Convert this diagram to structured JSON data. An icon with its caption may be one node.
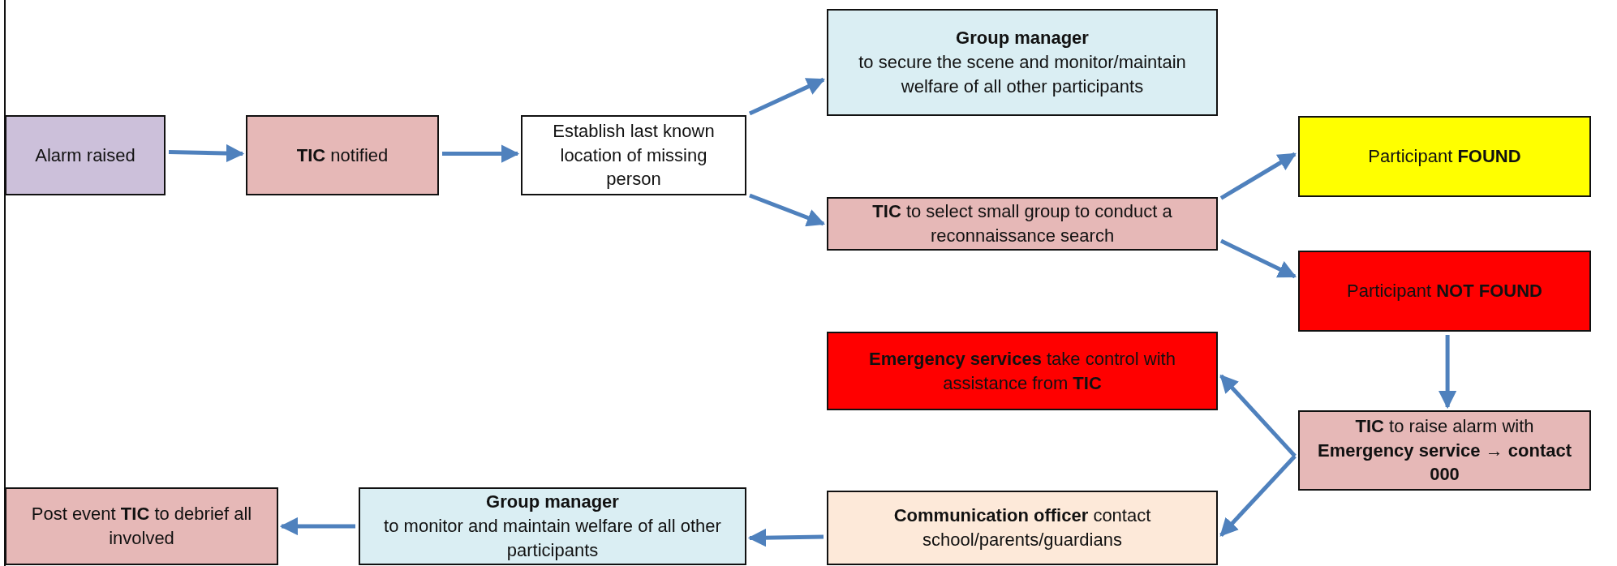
{
  "diagram": {
    "nodes": [
      {
        "text": [
          "Alarm raised"
        ]
      },
      {
        "text": [
          "**TIC** notified"
        ]
      },
      {
        "text": [
          "Establish last known location of missing person"
        ]
      },
      {
        "text": [
          "Group manager",
          "to secure the scene and monitor/maintain welfare of all other participants"
        ]
      },
      {
        "text": [
          "**TIC** to select small group to conduct a reconnaissance search"
        ]
      },
      {
        "text": [
          "Participant **FOUND**"
        ]
      },
      {
        "text": [
          "Participant **NOT FOUND**"
        ]
      },
      {
        "text": [
          "**Emergency services** take control with assistance from **TIC**"
        ]
      },
      {
        "text": [
          "**TIC** to raise alarm with **Emergency service → contact 000**"
        ]
      },
      {
        "text": [
          "**Communication officer** contact school/parents/guardians"
        ]
      },
      {
        "text": [
          "Group manager",
          "to monitor and maintain welfare of all other participants"
        ]
      },
      {
        "text": [
          "Post event **TIC** to debrief all involved"
        ]
      }
    ],
    "edges": [
      {
        "from": 0,
        "to": 1,
        "arrow": "to"
      },
      {
        "from": 1,
        "to": 2,
        "arrow": "to"
      },
      {
        "from": 2,
        "to": 3,
        "arrow": "to"
      },
      {
        "from": 2,
        "to": 4,
        "arrow": "to"
      },
      {
        "from": 4,
        "to": 5,
        "arrow": "to"
      },
      {
        "from": 4,
        "to": 6,
        "arrow": "to"
      },
      {
        "from": 6,
        "to": 8,
        "arrow": "to"
      },
      {
        "from": 8,
        "to": 7,
        "arrow": "to"
      },
      {
        "from": 8,
        "to": 9,
        "arrow": "to"
      },
      {
        "from": 9,
        "to": 10,
        "arrow": "to"
      },
      {
        "from": 10,
        "to": 11,
        "arrow": "to"
      }
    ]
  }
}
